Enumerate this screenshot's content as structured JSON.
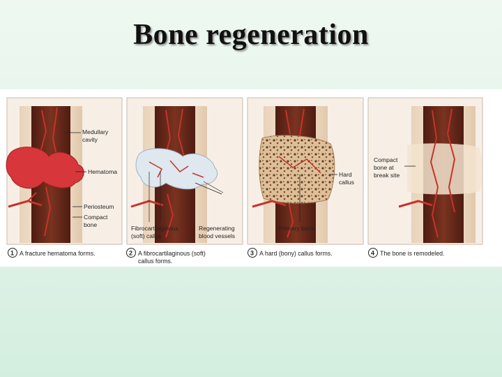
{
  "slide": {
    "title": "Bone regeneration"
  },
  "panels": [
    {
      "step": "1",
      "caption": [
        "A fracture hematoma forms."
      ],
      "labels": [
        "Medullary",
        "cavity",
        "Hematoma",
        "Periosteum",
        "Compact",
        "bone"
      ]
    },
    {
      "step": "2",
      "caption": [
        "A fibrocartilaginous (soft)",
        "callus forms."
      ],
      "labels": [
        "Fibrocartilaginous",
        "(soft) callus",
        "Regenerating",
        "blood vessels"
      ]
    },
    {
      "step": "3",
      "caption": [
        "A hard (bony) callus forms."
      ],
      "labels": [
        "Hard",
        "callus",
        "Primary bone"
      ]
    },
    {
      "step": "4",
      "caption": [
        "The bone is remodeled."
      ],
      "labels": [
        "Compact",
        "bone at",
        "break site"
      ]
    }
  ],
  "colors": {
    "marrow": "#6b2a1b",
    "compact_bone": "#efdcc6",
    "vessel": "#c8322a",
    "hematoma": "#d7363a",
    "soft_callus": "#dfe7ef",
    "hard_callus": "#d9b98a"
  }
}
